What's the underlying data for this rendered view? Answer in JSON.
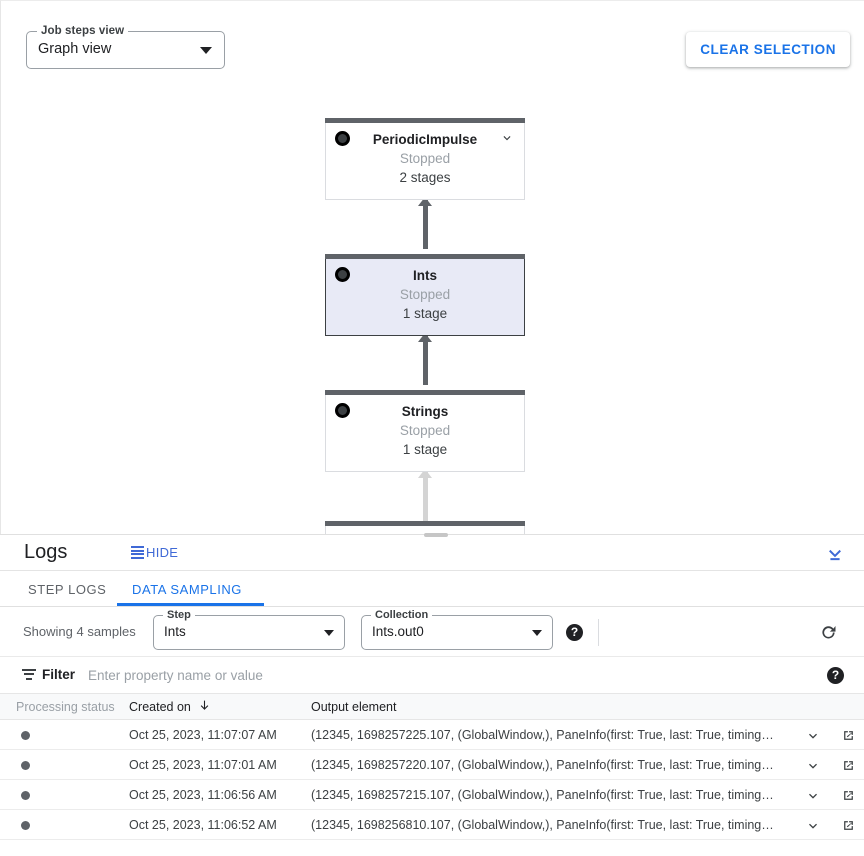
{
  "graph": {
    "view_select": {
      "legend": "Job steps view",
      "value": "Graph view",
      "caret_icon": "caret-down-icon"
    },
    "clear_selection_label": "CLEAR SELECTION",
    "nodes": [
      {
        "title": "PeriodicImpulse",
        "status": "Stopped",
        "stages": "2 stages",
        "selected": false,
        "has_chevron": true,
        "status_icon": "stopped-circle-icon"
      },
      {
        "title": "Ints",
        "status": "Stopped",
        "stages": "1 stage",
        "selected": true,
        "has_chevron": false,
        "status_icon": "stopped-circle-icon"
      },
      {
        "title": "Strings",
        "status": "Stopped",
        "stages": "1 stage",
        "selected": false,
        "has_chevron": false,
        "status_icon": "stopped-circle-icon"
      }
    ]
  },
  "logs": {
    "title": "Logs",
    "hide_label": "HIDE",
    "hide_icon": "list-lines-icon",
    "collapse_icon": "collapse-all-icon",
    "tabs": [
      {
        "label": "STEP LOGS",
        "active": false
      },
      {
        "label": "DATA SAMPLING",
        "active": true
      }
    ],
    "controls": {
      "showing_text": "Showing 4 samples",
      "step_field": {
        "legend": "Step",
        "value": "Ints"
      },
      "collection_field": {
        "legend": "Collection",
        "value": "Ints.out0"
      },
      "help_icon": "help-circle-icon",
      "help_glyph": "?",
      "refresh_icon": "refresh-icon"
    },
    "filter": {
      "icon": "filter-icon",
      "label": "Filter",
      "placeholder": "Enter property name or value",
      "value": "",
      "help_icon": "help-circle-icon",
      "help_glyph": "?"
    },
    "table": {
      "columns": [
        "Processing status",
        "Created on",
        "Output element"
      ],
      "sort_column": "Created on",
      "sort_direction": "descending",
      "sort_icon": "arrow-down-icon",
      "rows": [
        {
          "status_icon": "status-dot-icon",
          "created_on": "Oct 25, 2023, 11:07:07 AM",
          "output_element": "(12345, 1698257225.107, (GlobalWindow,), PaneInfo(first: True, last: True, timing…",
          "expand_icon": "chevron-down-icon",
          "open_icon": "open-in-new-icon"
        },
        {
          "status_icon": "status-dot-icon",
          "created_on": "Oct 25, 2023, 11:07:01 AM",
          "output_element": "(12345, 1698257220.107, (GlobalWindow,), PaneInfo(first: True, last: True, timing…",
          "expand_icon": "chevron-down-icon",
          "open_icon": "open-in-new-icon"
        },
        {
          "status_icon": "status-dot-icon",
          "created_on": "Oct 25, 2023, 11:06:56 AM",
          "output_element": "(12345, 1698257215.107, (GlobalWindow,), PaneInfo(first: True, last: True, timing…",
          "expand_icon": "chevron-down-icon",
          "open_icon": "open-in-new-icon"
        },
        {
          "status_icon": "status-dot-icon",
          "created_on": "Oct 25, 2023, 11:06:52 AM",
          "output_element": "(12345, 1698256810.107, (GlobalWindow,), PaneInfo(first: True, last: True, timing…",
          "expand_icon": "chevron-down-icon",
          "open_icon": "open-in-new-icon"
        }
      ]
    }
  },
  "colors": {
    "accent_blue": "#1a73e8",
    "node_bar": "#5f6368",
    "selected_node_bg": "#e8eaf6",
    "edge_active": "#5f6368",
    "edge_inactive": "#d4d4d4"
  }
}
